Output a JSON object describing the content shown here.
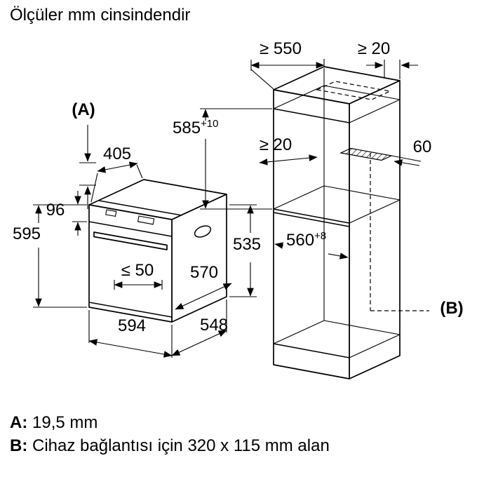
{
  "title": "Ölçüler mm cinsindendir",
  "colors": {
    "line": "#000000",
    "background": "#ffffff"
  },
  "labels": {
    "a_marker": "(A)",
    "b_marker": "(B)"
  },
  "oven": {
    "dim_top_depth": "405",
    "dim_panel_height": "96",
    "dim_height": "595",
    "dim_max_gap": "≤ 50",
    "dim_body_depth": "570",
    "dim_body_height": "535",
    "dim_width": "594",
    "dim_depth": "548"
  },
  "cabinet": {
    "dim_depth_min": "≥ 550",
    "dim_top_gap": "≥ 20",
    "dim_niche_height": "585",
    "dim_niche_height_tol": "+10",
    "dim_back_gap": "≥ 20",
    "dim_vent_depth": "60",
    "dim_niche_width": "560",
    "dim_niche_width_tol": "+8"
  },
  "notes": {
    "a_label": "A:",
    "a_value": "19,5 mm",
    "b_label": "B:",
    "b_value": "Cihaz bağlantısı için 320 x 115 mm alan"
  }
}
